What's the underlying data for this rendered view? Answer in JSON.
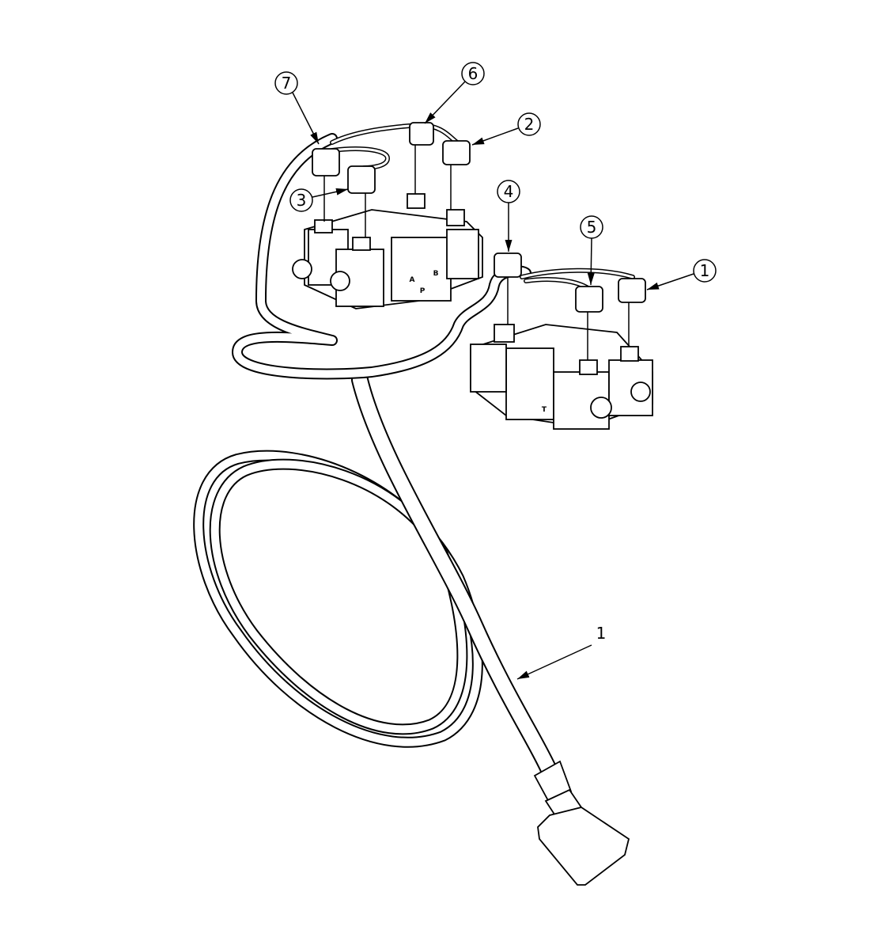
{
  "drawing": {
    "title": "Valve wiring harness assembly",
    "callouts": [
      {
        "id": "callout-7",
        "label": "7"
      },
      {
        "id": "callout-6",
        "label": "6"
      },
      {
        "id": "callout-2",
        "label": "2"
      },
      {
        "id": "callout-3",
        "label": "3"
      },
      {
        "id": "callout-4",
        "label": "4"
      },
      {
        "id": "callout-5",
        "label": "5"
      },
      {
        "id": "callout-1-circle",
        "label": "1"
      }
    ],
    "part_label": "1",
    "valve_ports": {
      "a": "A",
      "b": "B",
      "p": "P",
      "t": "T"
    }
  }
}
